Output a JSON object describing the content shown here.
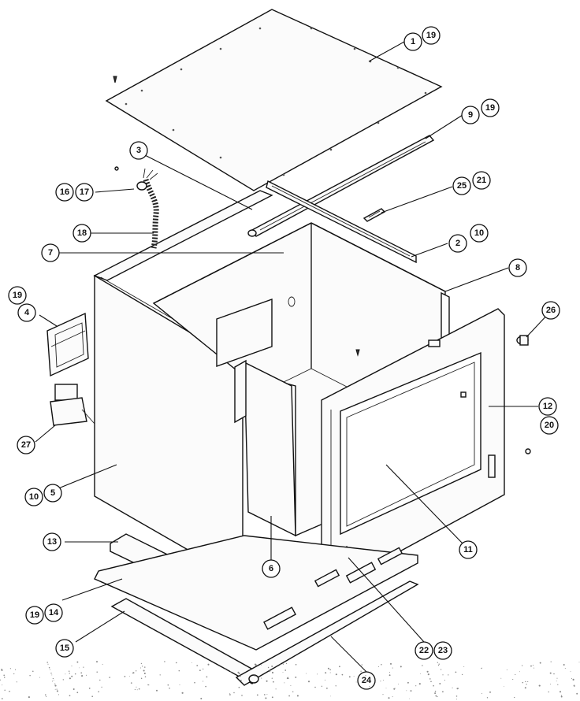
{
  "callouts": [
    {
      "id": "c1",
      "labels": [
        "1",
        "19"
      ]
    },
    {
      "id": "c9",
      "labels": [
        "9",
        "19"
      ]
    },
    {
      "id": "c3",
      "labels": [
        "3"
      ]
    },
    {
      "id": "c16",
      "labels": [
        "16",
        "17"
      ]
    },
    {
      "id": "c25",
      "labels": [
        "25",
        "21"
      ]
    },
    {
      "id": "c18",
      "labels": [
        "18"
      ]
    },
    {
      "id": "c2",
      "labels": [
        "2",
        "10"
      ]
    },
    {
      "id": "c7",
      "labels": [
        "7"
      ]
    },
    {
      "id": "c8",
      "labels": [
        "8"
      ]
    },
    {
      "id": "c4",
      "labels": [
        "19",
        "4"
      ]
    },
    {
      "id": "c26",
      "labels": [
        "26"
      ]
    },
    {
      "id": "c12",
      "labels": [
        "12",
        "20"
      ]
    },
    {
      "id": "c27",
      "labels": [
        "27"
      ]
    },
    {
      "id": "c5",
      "labels": [
        "10",
        "5"
      ]
    },
    {
      "id": "c11",
      "labels": [
        "11"
      ]
    },
    {
      "id": "c13",
      "labels": [
        "13"
      ]
    },
    {
      "id": "c6",
      "labels": [
        "6"
      ]
    },
    {
      "id": "c14",
      "labels": [
        "19",
        "14"
      ]
    },
    {
      "id": "c15",
      "labels": [
        "15"
      ]
    },
    {
      "id": "c22",
      "labels": [
        "22",
        "23"
      ]
    },
    {
      "id": "c24",
      "labels": [
        "24"
      ]
    }
  ]
}
